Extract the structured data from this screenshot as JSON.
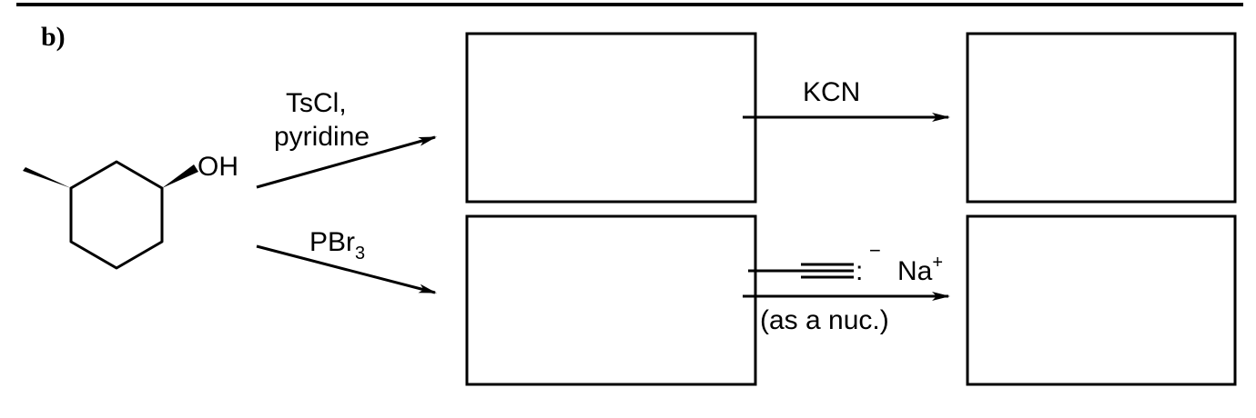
{
  "part_label": "b)",
  "molecule": {
    "substituent_label": "OH"
  },
  "reactions": {
    "tosylation": {
      "reagent_line1": "TsCl,",
      "reagent_line2": "pyridine"
    },
    "bromination": {
      "reagent_base": "PBr",
      "reagent_subscript": "3"
    },
    "cyanide": {
      "reagent": "KCN"
    },
    "acetylide": {
      "lone_pair": ":",
      "charge": "−",
      "counterion": "Na",
      "counterion_charge": "+",
      "note": "(as a nuc.)"
    }
  },
  "answer_boxes": [
    {
      "id": "top-intermediate"
    },
    {
      "id": "top-product"
    },
    {
      "id": "bottom-intermediate"
    },
    {
      "id": "bottom-product"
    }
  ]
}
